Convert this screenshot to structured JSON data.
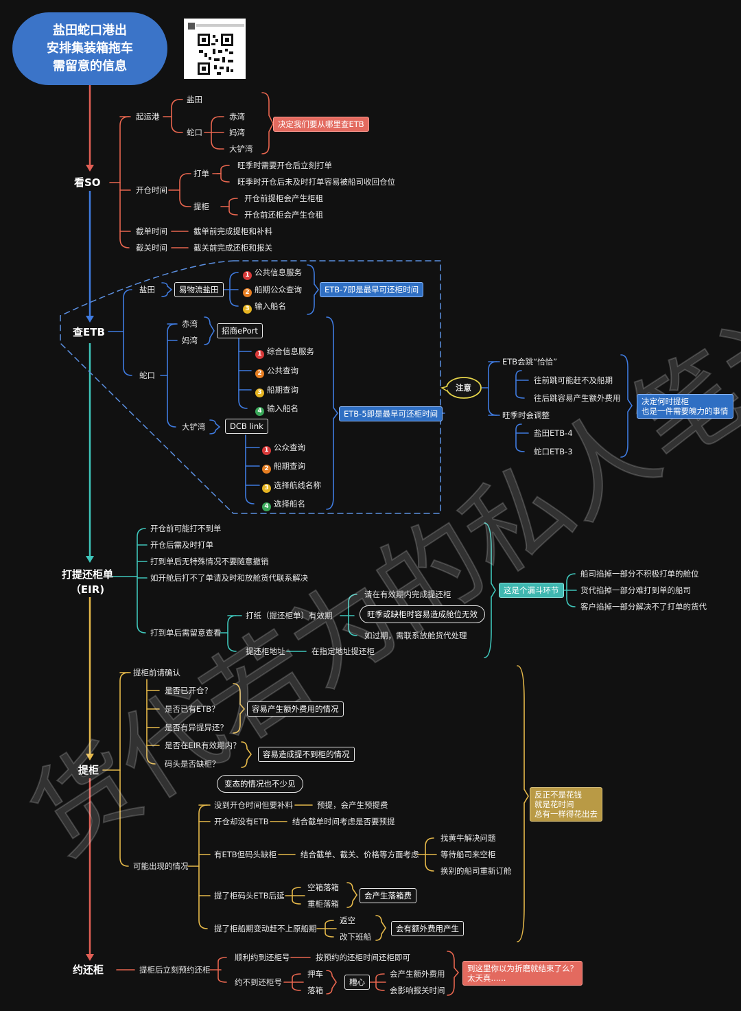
{
  "title": "盐田蛇口港出\n安排集装箱拖车\n需留意的信息",
  "watermark": "货代若为的私人笔记",
  "stages": {
    "s1": "看SO",
    "s2": "查ETB",
    "s3": "打提还柜单\n（EIR)",
    "s4": "提柜",
    "s5": "约还柜"
  },
  "so": {
    "port": "起运港",
    "yantian": "盐田",
    "shekou": "蛇口",
    "chiwan": "赤湾",
    "mawan": "妈湾",
    "dachan": "大铲湾",
    "port_note": "决定我们要从哪里查ETB",
    "open": "开仓时间",
    "daidan": "打单",
    "daidan1": "旺季时需要开仓后立刻打单",
    "daidan2": "旺季时开仓后未及时打单容易被船司收回仓位",
    "tigui": "提柜",
    "tigui1": "开仓前提柜会产生柜租",
    "tigui2": "开仓前还柜会产生仓租",
    "cutdoc": "截单时间",
    "cutdoc1": "截单前完成提柜和补料",
    "cutcy": "截关时间",
    "cutcy1": "截关前完成还柜和报关"
  },
  "etb": {
    "yantian": "盐田",
    "ywl": "易物流盐田",
    "y1": "公共信息服务",
    "y2": "船期公众查询",
    "y3": "输入船名",
    "ynote": "ETB-7即是最早可还柜时间",
    "shekou": "蛇口",
    "chiwan": "赤湾",
    "mawan": "妈湾",
    "cmeport": "招商ePort",
    "c1": "综合信息服务",
    "c2": "公共查询",
    "c3": "船期查询",
    "c4": "输入船名",
    "dachan": "大铲湾",
    "dcb": "DCB link",
    "d1": "公众查询",
    "d2": "船期查询",
    "d3": "选择航线名称",
    "d4": "选择船名",
    "snote": "ETB-5即是最早可还柜时间",
    "attention": "注意",
    "jump": "ETB会跳“恰恰”",
    "jump1": "往前跳可能赶不及船期",
    "jump2": "往后跳容易产生额外费用",
    "peak": "旺季时会调整",
    "peak1": "盐田ETB-4",
    "peak2": "蛇口ETB-3",
    "decide": "决定何时提柜\n也是一件需要魄力的事情"
  },
  "eir": {
    "a": "开仓前可能打不到单",
    "b": "开仓后需及时打单",
    "c": "打到单后无特殊情况不要随意撤销",
    "d": "如开舱后打不了单请及时和放舱货代联系解决",
    "e": "打到单后需留意查看",
    "valid": "打纸（提还柜单）有效期",
    "v1": "请在有效期内完成提还柜",
    "v2": "旺季或缺柜时容易造成舱位无效",
    "v3": "如过期，需联系放舱货代处理",
    "addr": "提还柜地址",
    "addr1": "在指定地址提还柜",
    "loophole": "这是个漏斗环节",
    "l1": "船司掐掉一部分不积极打单的舱位",
    "l2": "货代掐掉一部分难打到单的船司",
    "l3": "客户掐掉一部分解决不了打单的货代"
  },
  "pick": {
    "confirm": "提柜前请确认",
    "q1": "是否已开仓？",
    "q2": "是否已有ETB？",
    "q3": "是否有异提异还？",
    "q4": "是否在EIR有效期内？",
    "q5": "码头是否缺柜？",
    "n1": "容易产生额外费用的情况",
    "n2": "容易造成提不到柜的情况",
    "changes": "变态的情况也不少见",
    "possible": "可能出现的情况",
    "p1": "没到开仓时间但要补料",
    "p1a": "预提，会产生预提费",
    "p2": "开仓却没有ETB",
    "p2a": "结合截单时间考虑是否要预提",
    "p3": "有ETB但码头缺柜",
    "p3a": "结合截单、截关、价格等方面考虑",
    "p3b1": "找黄牛解决问题",
    "p3b2": "等待船司来空柜",
    "p3b3": "换别的船司重新订舱",
    "p4": "提了柜码头ETB后延",
    "p4a": "空箱落箱",
    "p4b": "重柜落箱",
    "p4n": "会产生落箱费",
    "p5": "提了柜船期变动赶不上原船期",
    "p5a": "返空",
    "p5b": "改下班船",
    "p5n": "会有额外费用产生",
    "money": "反正不是花钱\n就是花时间\n总有一样得花出去"
  },
  "ret": {
    "a": "提柜后立刻预约还柜",
    "ok": "顺利约到还柜号",
    "ok1": "按预约的还柜时间还柜即可",
    "fail": "约不到还柜号",
    "f1": "押车",
    "f2": "落箱",
    "tired": "糟心",
    "t1": "会产生额外费用",
    "t2": "会影响报关时间",
    "end": "到这里你以为折磨就结束了么？\n太天真......"
  }
}
